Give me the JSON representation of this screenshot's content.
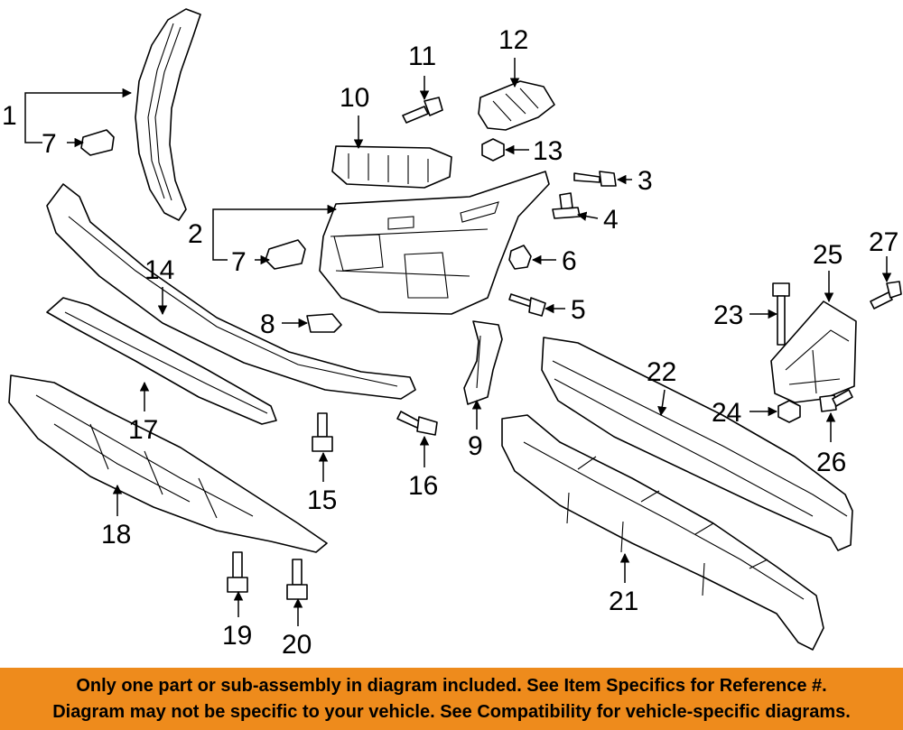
{
  "callouts": {
    "c1": "1",
    "c2": "2",
    "c3": "3",
    "c4": "4",
    "c5": "5",
    "c6": "6",
    "c7a": "7",
    "c7b": "7",
    "c8": "8",
    "c9": "9",
    "c10": "10",
    "c11": "11",
    "c12": "12",
    "c13": "13",
    "c14": "14",
    "c15": "15",
    "c16": "16",
    "c17": "17",
    "c18": "18",
    "c19": "19",
    "c20": "20",
    "c21": "21",
    "c22": "22",
    "c23": "23",
    "c24": "24",
    "c25": "25",
    "c26": "26",
    "c27": "27"
  },
  "banner": {
    "line1": "Only one part or sub-assembly in diagram included. See Item Specifics for Reference #.",
    "line2": "Diagram may not be specific to your vehicle. See Compatibility for vehicle-specific diagrams."
  },
  "colors": {
    "banner_background": "#ee8b1c",
    "line_art": "#000000",
    "background": "#ffffff"
  }
}
